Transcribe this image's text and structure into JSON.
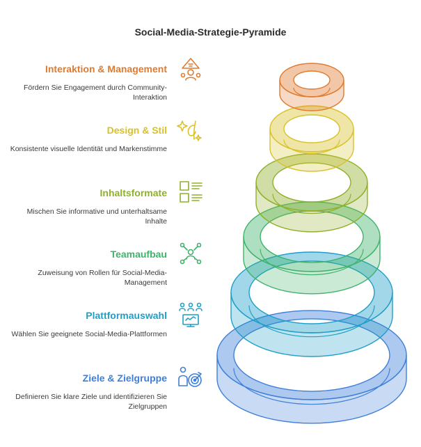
{
  "title": "Social-Media-Strategie-Pyramide",
  "steps": [
    {
      "heading": "Interaktion & Management",
      "description": "Fördern Sie Engagement durch Community-Interaktion",
      "color": "#E07A2E",
      "icon": "community-interaction-icon"
    },
    {
      "heading": "Design & Stil",
      "description": "Konsistente visuelle Identität und Markenstimme",
      "color": "#D9C12A",
      "icon": "design-sparkle-icon"
    },
    {
      "heading": "Inhaltsformate",
      "description": "Mischen Sie informative und unterhaltsame Inhalte",
      "color": "#8FB02A",
      "icon": "content-list-icon"
    },
    {
      "heading": "Teamaufbau",
      "description": "Zuweisung von Rollen für Social-Media-Management",
      "color": "#3FB36B",
      "icon": "team-network-icon"
    },
    {
      "heading": "Plattformauswahl",
      "description": "Wählen Sie geeignete Social-Media-Plattformen",
      "color": "#1E9FC7",
      "icon": "platform-selection-icon"
    },
    {
      "heading": "Ziele & Zielgruppe",
      "description": "Definieren Sie klare Ziele und identifizieren Sie Zielgruppen",
      "color": "#3E7FD9",
      "icon": "target-audience-icon"
    }
  ]
}
